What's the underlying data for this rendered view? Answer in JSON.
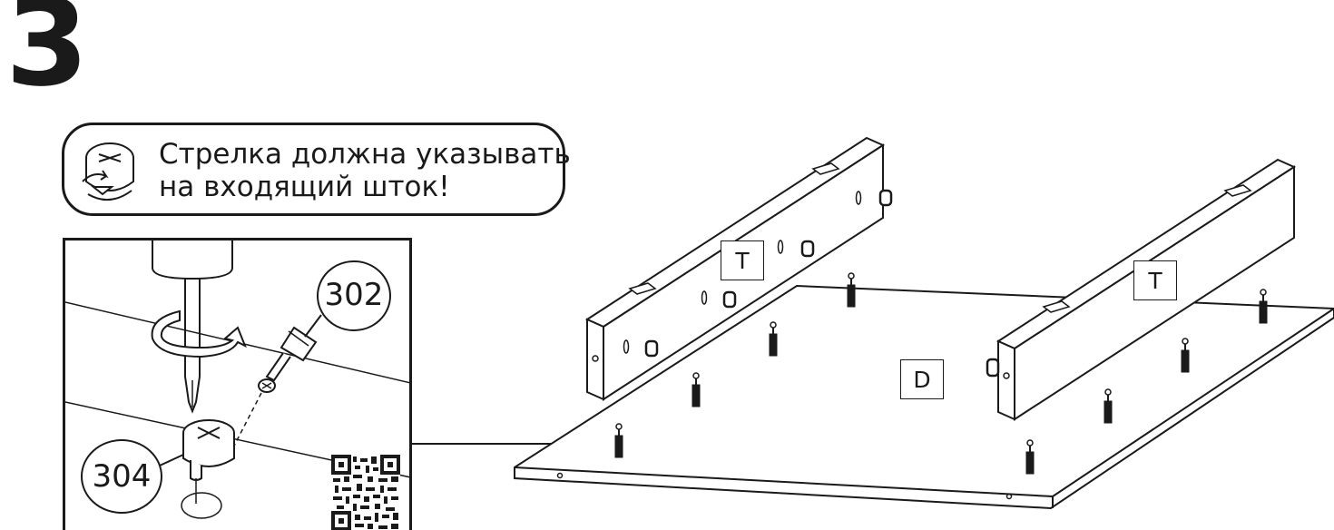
{
  "step": {
    "number": "3"
  },
  "note": {
    "icon": "cam-lock-arrow-icon",
    "line1": "Стрелка должна указывать",
    "line2": "на входящий шток!"
  },
  "detail": {
    "part_cam_bolt": "302",
    "part_cam_lock": "304",
    "icons": [
      "screwdriver-icon",
      "rotate-arrow-icon",
      "cam-bolt-icon",
      "cam-lock-icon",
      "qr-code-icon"
    ]
  },
  "panels": {
    "top_left": "T",
    "top_right": "T",
    "bottom": "D"
  }
}
